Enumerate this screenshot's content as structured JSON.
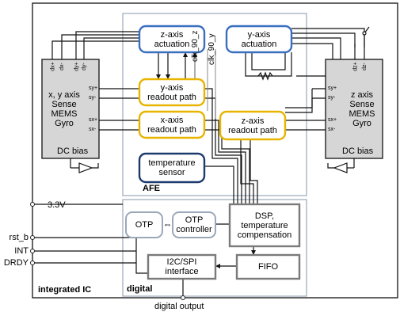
{
  "colors": {
    "ic_border": "#222222",
    "afe_border": "#9aa8b8",
    "actuation_border": "#3a6fc0",
    "readout_border": "#e8b400",
    "temp_border": "#1c3a6e",
    "digital_block_border": "#7a7a7a",
    "mems_fill": "#d6d6d6",
    "otp_border": "#9aa8b8"
  },
  "labels": {
    "integrated_ic": "integrated IC",
    "afe": "AFE",
    "digital": "digital",
    "z_axis_actuation_line1": "z-axis",
    "z_axis_actuation_line2": "actuation",
    "y_axis_actuation_line1": "y-axis",
    "y_axis_actuation_line2": "actuation",
    "y_axis_readout_line1": "y-axis",
    "y_axis_readout_line2": "readout path",
    "x_axis_readout_line1": "x-axis",
    "x_axis_readout_line2": "readout path",
    "z_axis_readout_line1": "z-axis",
    "z_axis_readout_line2": "readout path",
    "temp_sensor_line1": "temperature",
    "temp_sensor_line2": "sensor",
    "clk_90_z": "clk_90_z",
    "clk_90_y": "clk_90_y",
    "otp": "OTP",
    "otp_controller_line1": "OTP",
    "otp_controller_line2": "controller",
    "dsp_line1": "DSP,",
    "dsp_line2": "temperature",
    "dsp_line3": "compensation",
    "fifo": "FIFO",
    "i2c_line1": "I2C/SPI",
    "i2c_line2": "interface",
    "digital_output": "digital output",
    "v33": "3.3V",
    "rst_b": "rst_b",
    "int": "INT",
    "drdy": "DRDY",
    "otp_arrow": "⇔"
  },
  "left_gyro": {
    "line1": "x, y axis",
    "line2": "Sense",
    "line3": "MEMS",
    "line4": "Gyro",
    "dc_bias": "DC bias",
    "top_pins": [
      "dx+",
      "dx-",
      "dy+",
      "dy-"
    ],
    "side_pins": [
      "sy+",
      "sy-",
      "sx+",
      "sx-"
    ]
  },
  "right_gyro": {
    "line1": "z axis",
    "line2": "Sense",
    "line3": "MEMS",
    "line4": "Gyro",
    "dc_bias": "DC bias",
    "top_pins": [
      "dz+",
      "dz-"
    ],
    "side_pins": [
      "sy+",
      "sy-",
      "sx+",
      "sx-"
    ]
  }
}
